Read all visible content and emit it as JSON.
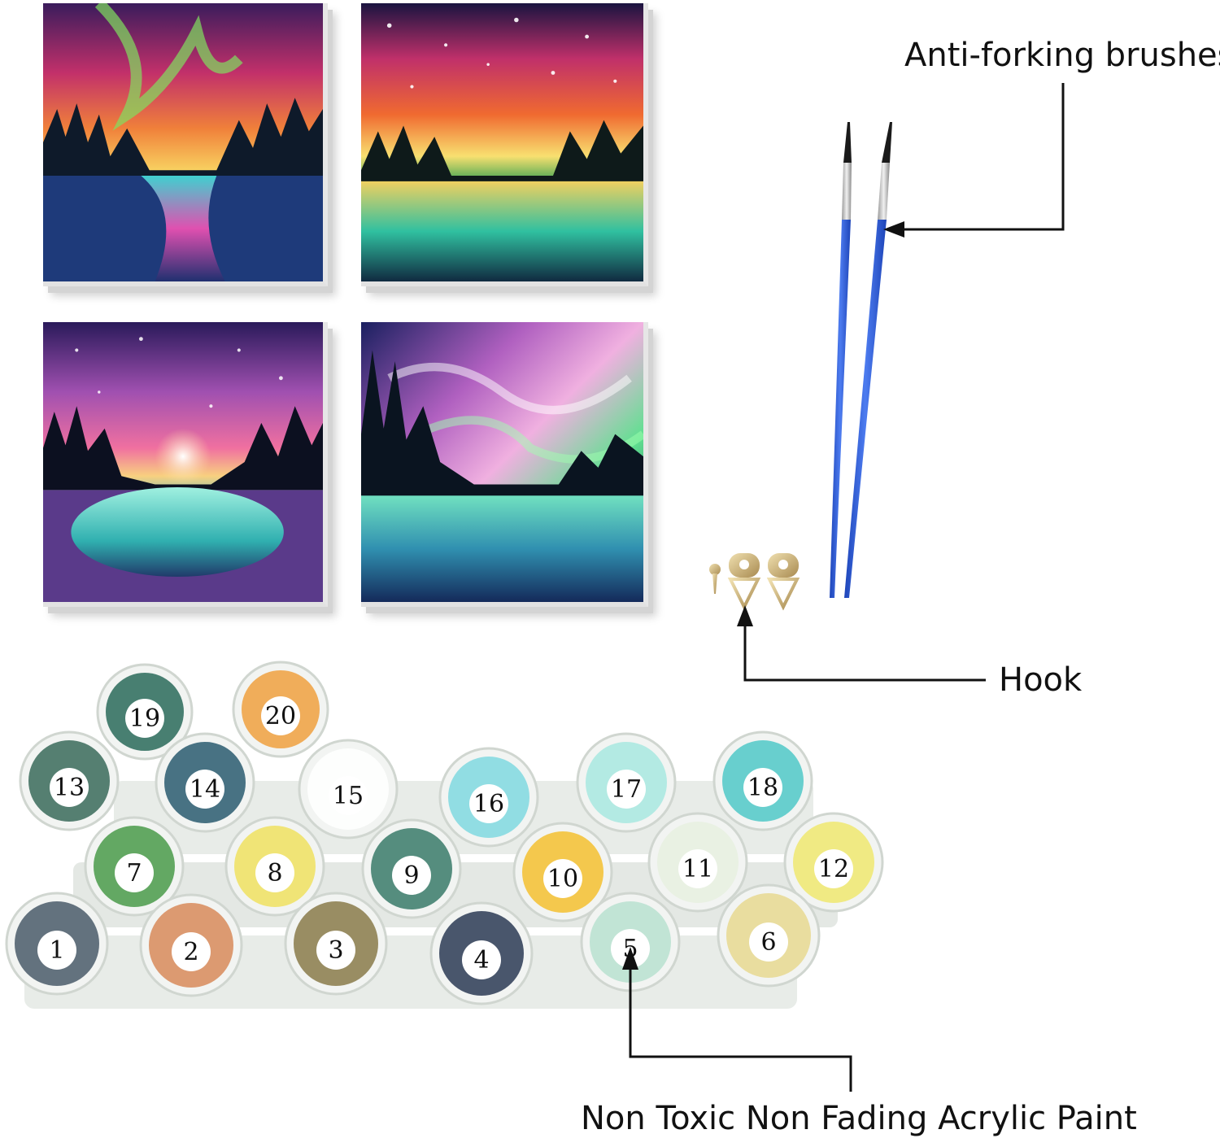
{
  "labels": {
    "brushes": "Anti-forking brushes",
    "hook": "Hook",
    "paint": "Non Toxic Non Fading Acrylic Paint"
  },
  "paint_pots": [
    {
      "number": "1",
      "color": "#4a5a6a"
    },
    {
      "number": "2",
      "color": "#d8895a"
    },
    {
      "number": "3",
      "color": "#8a7a4a"
    },
    {
      "number": "4",
      "color": "#2c3a55"
    },
    {
      "number": "5",
      "color": "#b8e0d0"
    },
    {
      "number": "6",
      "color": "#e8d890"
    },
    {
      "number": "7",
      "color": "#4a9a4a"
    },
    {
      "number": "8",
      "color": "#f0e060"
    },
    {
      "number": "9",
      "color": "#3a7a6a"
    },
    {
      "number": "10",
      "color": "#f5c030"
    },
    {
      "number": "11",
      "color": "#e8f0e0"
    },
    {
      "number": "12",
      "color": "#f0e870"
    },
    {
      "number": "13",
      "color": "#3a6a5a"
    },
    {
      "number": "14",
      "color": "#2a5a70"
    },
    {
      "number": "15",
      "color": "#ffffff"
    },
    {
      "number": "16",
      "color": "#80d8e0"
    },
    {
      "number": "17",
      "color": "#a8e8e0"
    },
    {
      "number": "18",
      "color": "#50c8c8"
    },
    {
      "number": "19",
      "color": "#2a6a5a"
    },
    {
      "number": "20",
      "color": "#f0a040"
    }
  ],
  "colors": {
    "brush_handle": "#2f5fd8",
    "line": "#111111"
  }
}
